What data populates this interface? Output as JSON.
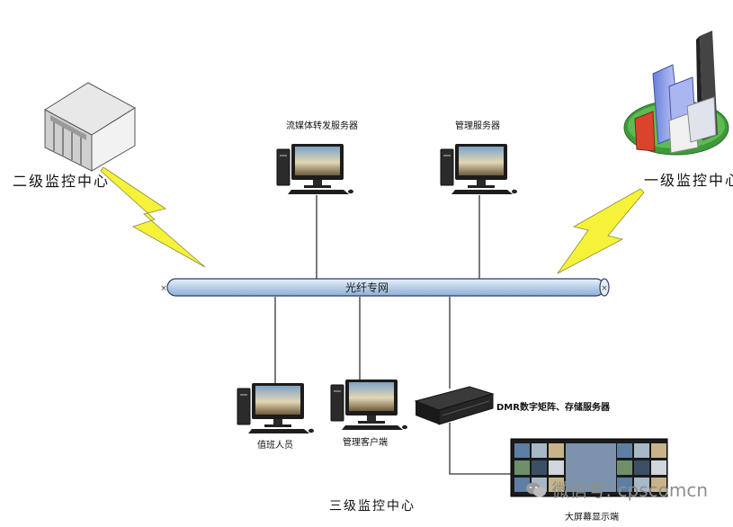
{
  "nodes": {
    "stream_server": "流媒体转发服务器",
    "mgmt_server": "管理服务器",
    "level2_center": "二级监控中心",
    "level1_center": "一级监控中心",
    "network": "光纤专网",
    "duty_staff": "值班人员",
    "mgmt_client": "管理客户端",
    "dmr_server": "DMR数字矩阵、存储服务器",
    "level3_center": "三级监控中心",
    "big_screen": "大屏幕显示端"
  },
  "watermark": "微信号: cpscomcn",
  "colors": {
    "bus_fill": "#cfe0f2",
    "bus_stroke": "#2c3e66",
    "lightning": "#f6f23a",
    "lightning_stroke": "#8a8a3a"
  }
}
